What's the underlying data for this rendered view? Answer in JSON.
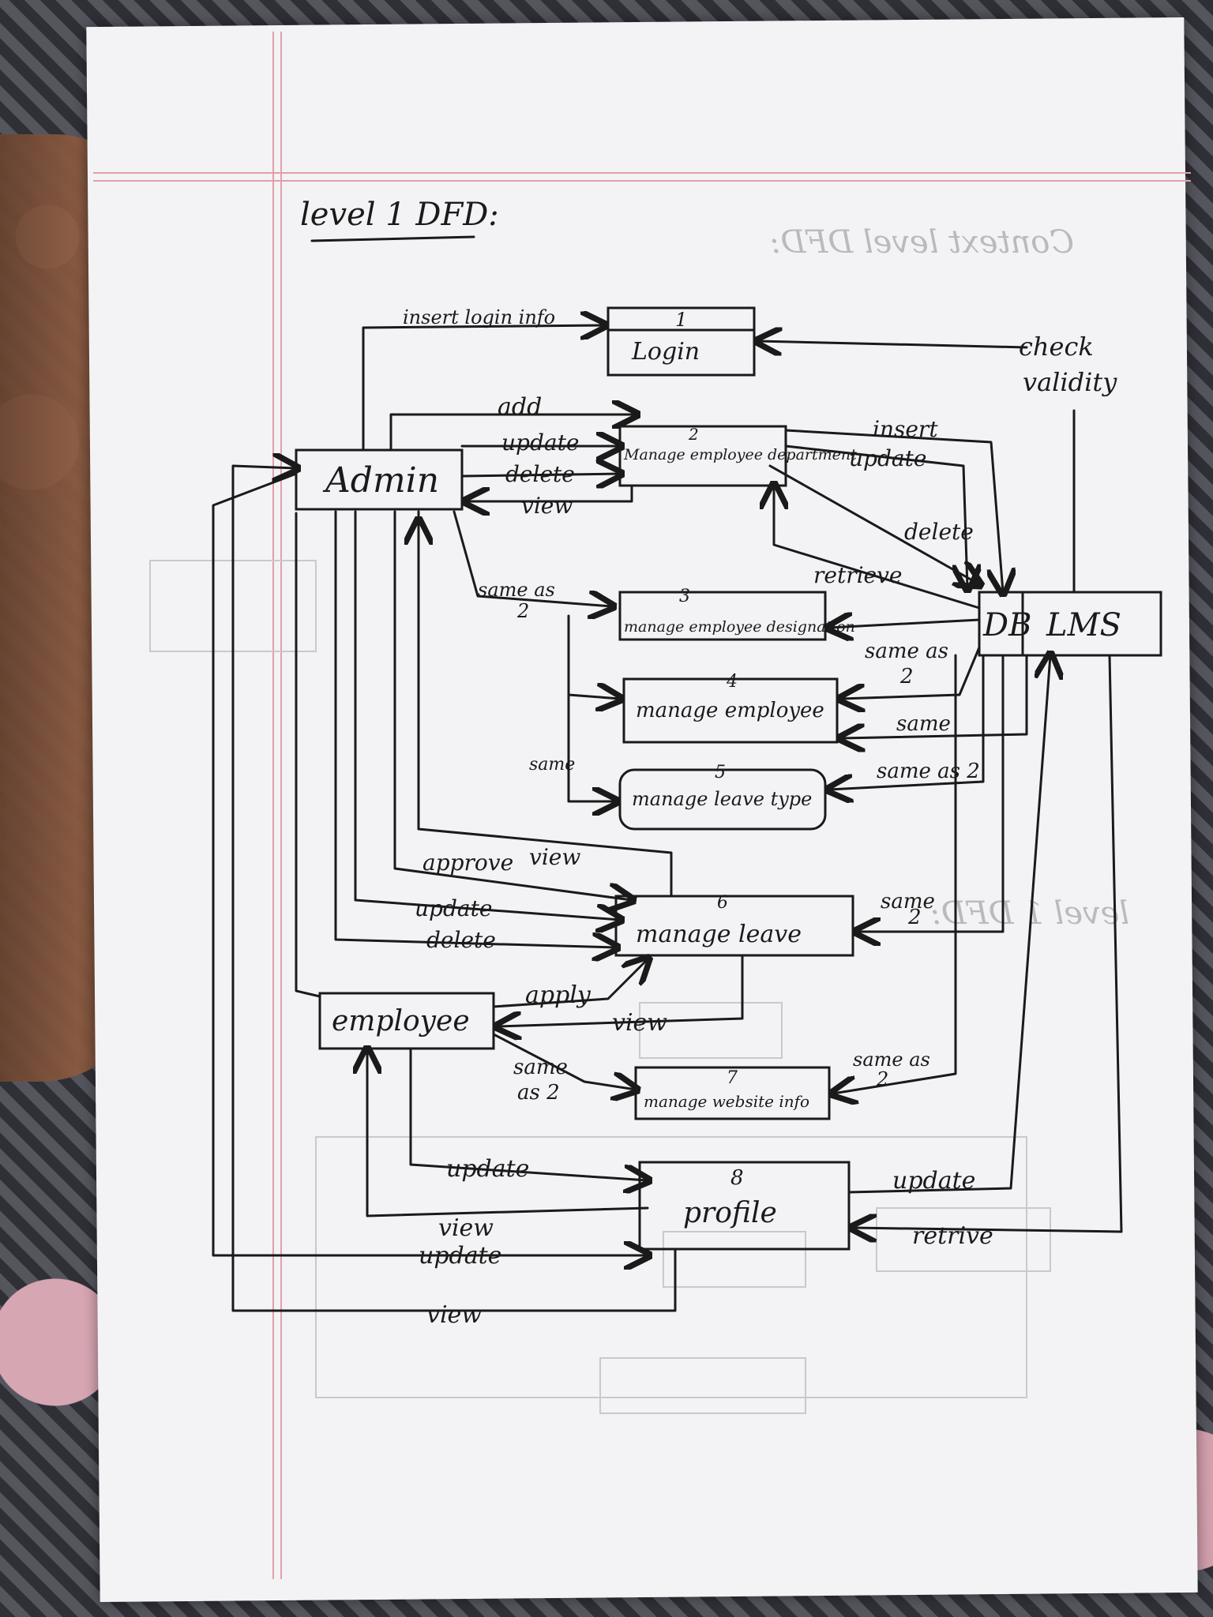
{
  "title": "level 1 DFD:",
  "ghost_text": {
    "context_title": "Context level DFD:",
    "level_mirror": "level 1 DFD:"
  },
  "entities": {
    "admin": "Admin",
    "employee": "employee"
  },
  "store": {
    "db": "DB",
    "name": "LMS"
  },
  "processes": [
    {
      "num": "1",
      "label": "Login"
    },
    {
      "num": "2",
      "label": "Manage employee department"
    },
    {
      "num": "3",
      "label": "manage employee designation"
    },
    {
      "num": "4",
      "label": "manage employee"
    },
    {
      "num": "5",
      "label": "manage leave type"
    },
    {
      "num": "6",
      "label": "manage leave"
    },
    {
      "num": "7",
      "label": "manage website info"
    },
    {
      "num": "8",
      "label": "profile"
    }
  ],
  "labels": {
    "insert_login": "insert login info",
    "check_validity_1": "check",
    "check_validity_2": "validity",
    "add": "add",
    "update": "update",
    "delete": "delete",
    "view": "view",
    "insert": "insert",
    "update_db": "update",
    "delete_db": "delete",
    "retrieve": "retrieve",
    "same_as_2_a": "same as",
    "same_as_2_b": "2",
    "same_as_db_a": "same as",
    "same_as_db_b": "2",
    "same_left": "same",
    "same_right": "same",
    "same_as_2_5": "same as 2",
    "approve": "approve",
    "view_6": "view",
    "update_6": "update",
    "delete_6": "delete",
    "same_6_a": "same",
    "same_6_b": "2",
    "apply": "apply",
    "view_emp": "view",
    "same_as_2_7_a": "same",
    "same_as_2_7_b": "as 2",
    "same_7_a": "same as",
    "same_7_b": "2",
    "update_8": "update",
    "view_8": "view",
    "update_8b": "update",
    "view_8b": "view",
    "update_db8": "update",
    "retrieve_db8": "retrive"
  }
}
